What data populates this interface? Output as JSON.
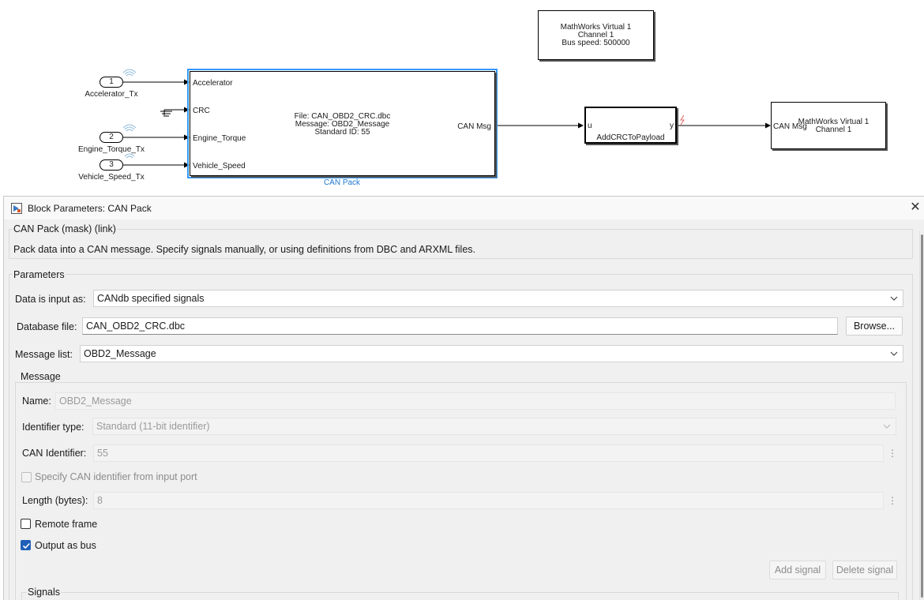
{
  "model": {
    "can_pack_block": {
      "ports_in": [
        "Accelerator",
        "CRC",
        "Engine_Torque",
        "Vehicle_Speed"
      ],
      "port_out": "CAN Msg",
      "body_lines": [
        "File: CAN_OBD2_CRC.dbc",
        "Message: OBD2_Message",
        "Standard ID: 55"
      ],
      "name": "CAN Pack"
    },
    "inports": [
      {
        "number": "1",
        "name": "Accelerator_Tx"
      },
      {
        "number": "2",
        "name": "Engine_Torque_Tx"
      },
      {
        "number": "3",
        "name": "Vehicle_Speed_Tx"
      }
    ],
    "config_block": {
      "lines": [
        "MathWorks Virtual 1",
        "Channel 1",
        "Bus speed: 500000"
      ]
    },
    "crc_block": {
      "port_in": "u",
      "port_out": "y",
      "name": "AddCRCToPayload"
    },
    "transmit_block": {
      "port_in": "CAN Msg",
      "lines": [
        "MathWorks Virtual 1",
        "Channel 1"
      ]
    },
    "colors": {
      "selection": "#3399ff",
      "block_name": "#1f78d1",
      "signal_warning": "#e06060"
    }
  },
  "dialog": {
    "title": "Block Parameters: CAN Pack",
    "mask_header": "CAN Pack (mask) (link)",
    "description": "Pack data into a CAN message. Specify signals manually, or using definitions from DBC and ARXML files.",
    "parameters": {
      "group_label": "Parameters",
      "data_input": {
        "label": "Data is input as:",
        "value": "CANdb specified signals"
      },
      "database_file": {
        "label": "Database file:",
        "value": "CAN_OBD2_CRC.dbc",
        "browse_label": "Browse..."
      },
      "message_list": {
        "label": "Message list:",
        "value": "OBD2_Message"
      }
    },
    "message": {
      "group_label": "Message",
      "name": {
        "label": "Name:",
        "value": "OBD2_Message"
      },
      "identifier_type": {
        "label": "Identifier type:",
        "value": "Standard (11-bit identifier)"
      },
      "can_identifier": {
        "label": "CAN Identifier:",
        "value": "55"
      },
      "specify_from_port": {
        "label": "Specify CAN identifier from input port",
        "checked": false
      },
      "length": {
        "label": "Length (bytes):",
        "value": "8"
      },
      "remote_frame": {
        "label": "Remote frame",
        "checked": false
      },
      "output_as_bus": {
        "label": "Output as bus",
        "checked": true
      },
      "add_signal_label": "Add signal",
      "delete_signal_label": "Delete signal"
    },
    "signals": {
      "group_label": "Signals"
    }
  }
}
